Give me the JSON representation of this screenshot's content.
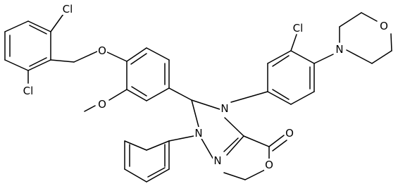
{
  "molecule": {
    "atoms": {
      "cl_top_left": "Cl",
      "cl_bottom_left": "Cl",
      "o_ether": "O",
      "o_methoxy": "O",
      "cl_right": "Cl",
      "n_morpholine": "N",
      "o_morpholine": "O",
      "n4": "N",
      "n1": "N",
      "n2": "N",
      "o_carbonyl": "O",
      "o_ester": "O"
    },
    "colors": {
      "bond": "#000000",
      "text": "#000000",
      "background": "#ffffff"
    }
  }
}
